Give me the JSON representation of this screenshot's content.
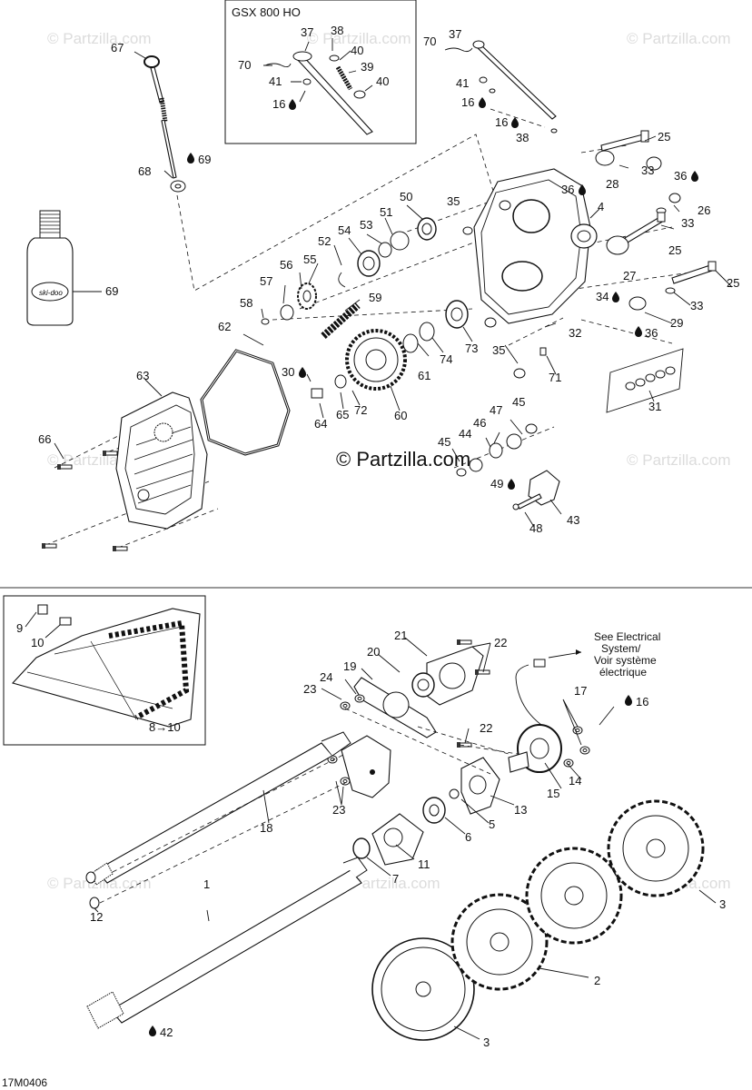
{
  "watermark": "© Partzilla.com",
  "center_watermark": "© Partzilla.com",
  "inset_title": "GSX 800 HO",
  "drawing_code": "17M0406",
  "electrical_note": [
    "See Electrical",
    "System/",
    "Voir système",
    "électrique"
  ],
  "track_inset_range": "8→10",
  "colors": {
    "ink": "#111111",
    "watermark": "#dcdcdc"
  },
  "callouts": {
    "c37a": "37",
    "c38a": "38",
    "c40a": "40",
    "c39": "39",
    "c40b": "40",
    "c70a": "70",
    "c41a": "41",
    "c16a": "16",
    "c67": "67",
    "c68": "68",
    "c69a": "69",
    "c70b": "70",
    "c37b": "37",
    "c41b": "41",
    "c16b": "16",
    "c16c": "16",
    "c38b": "38",
    "c25a": "25",
    "c33a": "33",
    "c28": "28",
    "c36a": "36",
    "c36b": "36",
    "c26": "26",
    "c33b": "33",
    "c25b": "25",
    "c4": "4",
    "c27": "27",
    "c25c": "25",
    "c34": "34",
    "c33c": "33",
    "c29": "29",
    "c36c": "36",
    "c32": "32",
    "c31": "31",
    "c35a": "35",
    "c50": "50",
    "c51": "51",
    "c53": "53",
    "c54": "54",
    "c52": "52",
    "c55": "55",
    "c56": "56",
    "c57": "57",
    "c58": "58",
    "c59": "59",
    "c62": "62",
    "c69b": "69",
    "c73": "73",
    "c74": "74",
    "c35b": "35",
    "c71": "71",
    "c30": "30",
    "c61": "61",
    "c72": "72",
    "c60": "60",
    "c64": "64",
    "c65": "65",
    "c63": "63",
    "c66": "66",
    "c45a": "45",
    "c47": "47",
    "c46": "46",
    "c44": "44",
    "c45b": "45",
    "c49": "49",
    "c48": "48",
    "c43": "43",
    "c9": "9",
    "c10": "10",
    "c21": "21",
    "c22a": "22",
    "c20": "20",
    "c19": "19",
    "c24": "24",
    "c23a": "23",
    "c22b": "22",
    "c17": "17",
    "c16d": "16",
    "c14": "14",
    "c15": "15",
    "c13": "13",
    "c5": "5",
    "c6": "6",
    "c23b": "23",
    "c18": "18",
    "c11": "11",
    "c7": "7",
    "c12": "12",
    "c1": "1",
    "c3a": "3",
    "c2": "2",
    "c3b": "3",
    "c42": "42"
  }
}
